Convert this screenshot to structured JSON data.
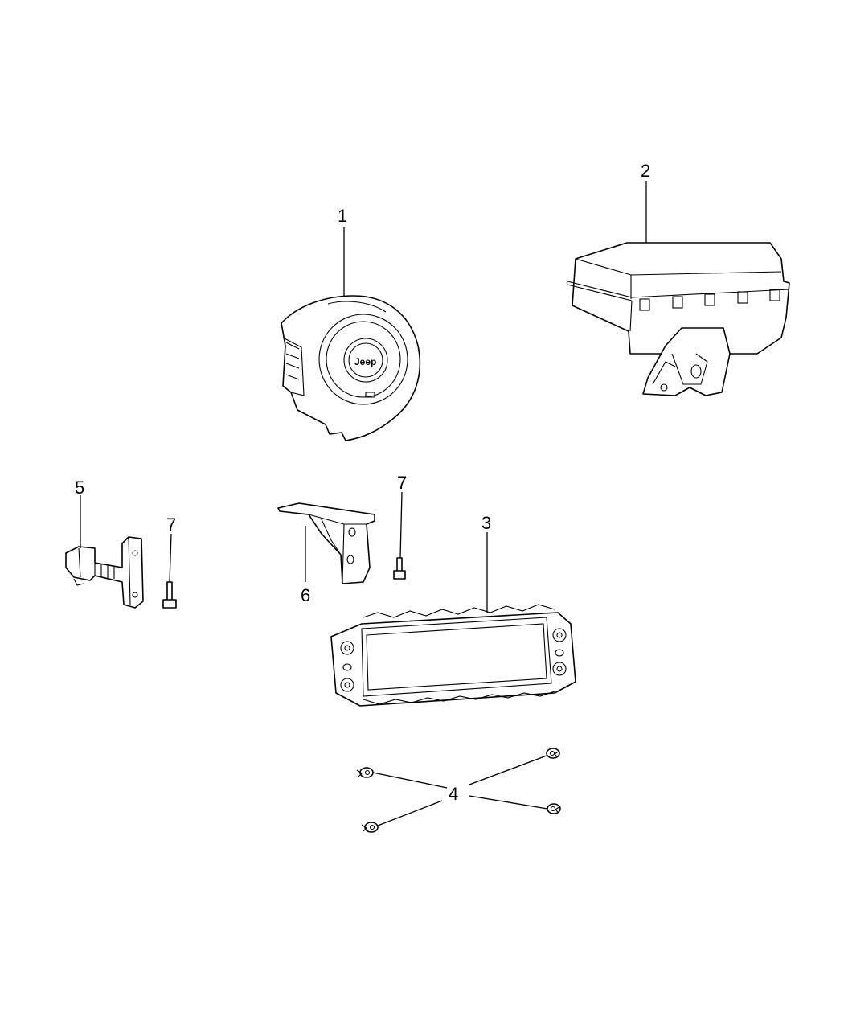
{
  "callouts": [
    {
      "id": "1",
      "label": "1"
    },
    {
      "id": "2",
      "label": "2"
    },
    {
      "id": "3",
      "label": "3"
    },
    {
      "id": "4",
      "label": "4"
    },
    {
      "id": "5",
      "label": "5"
    },
    {
      "id": "6",
      "label": "6"
    },
    {
      "id": "7a",
      "label": "7"
    },
    {
      "id": "7b",
      "label": "7"
    }
  ],
  "parts": {
    "steering_airbag_logo": "Jeep"
  },
  "colors": {
    "line": "#000000",
    "background": "#ffffff"
  }
}
